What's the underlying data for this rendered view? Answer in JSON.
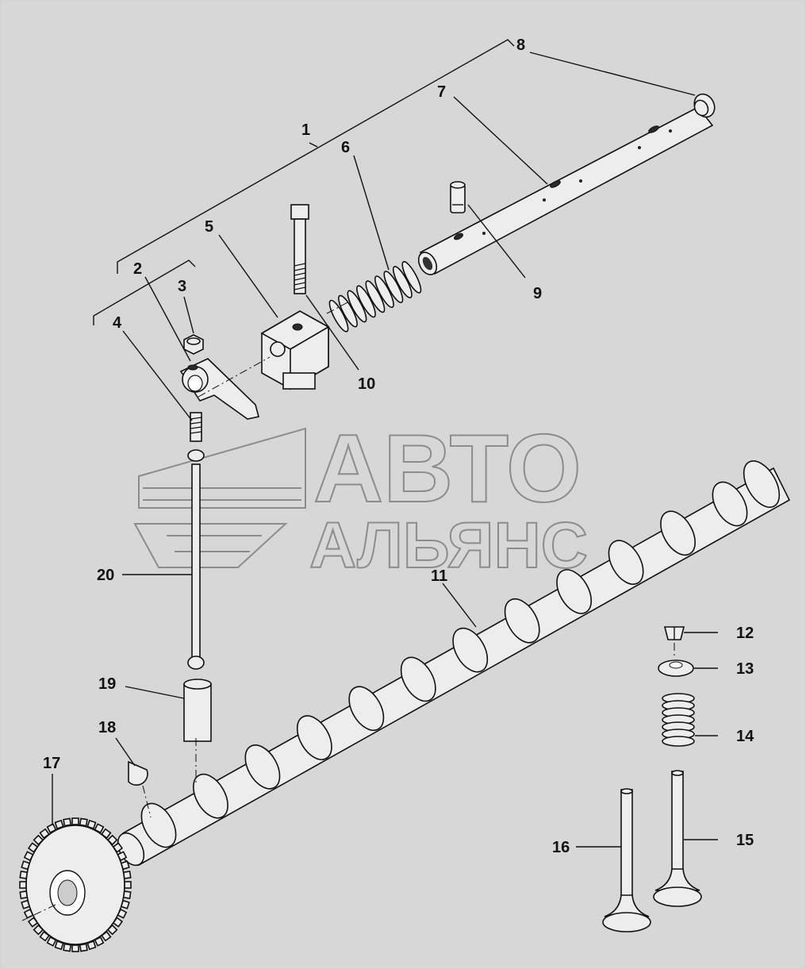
{
  "watermark": {
    "line1": "АВТО",
    "line2": "АЛЬЯНС"
  },
  "callouts": [
    {
      "id": "1",
      "label": "1"
    },
    {
      "id": "2",
      "label": "2"
    },
    {
      "id": "3",
      "label": "3"
    },
    {
      "id": "4",
      "label": "4"
    },
    {
      "id": "5",
      "label": "5"
    },
    {
      "id": "6",
      "label": "6"
    },
    {
      "id": "7",
      "label": "7"
    },
    {
      "id": "8",
      "label": "8"
    },
    {
      "id": "9",
      "label": "9"
    },
    {
      "id": "10",
      "label": "10"
    },
    {
      "id": "11",
      "label": "11"
    },
    {
      "id": "12",
      "label": "12"
    },
    {
      "id": "13",
      "label": "13"
    },
    {
      "id": "14",
      "label": "14"
    },
    {
      "id": "15",
      "label": "15"
    },
    {
      "id": "16",
      "label": "16"
    },
    {
      "id": "17",
      "label": "17"
    },
    {
      "id": "18",
      "label": "18"
    },
    {
      "id": "19",
      "label": "19"
    },
    {
      "id": "20",
      "label": "20"
    }
  ]
}
